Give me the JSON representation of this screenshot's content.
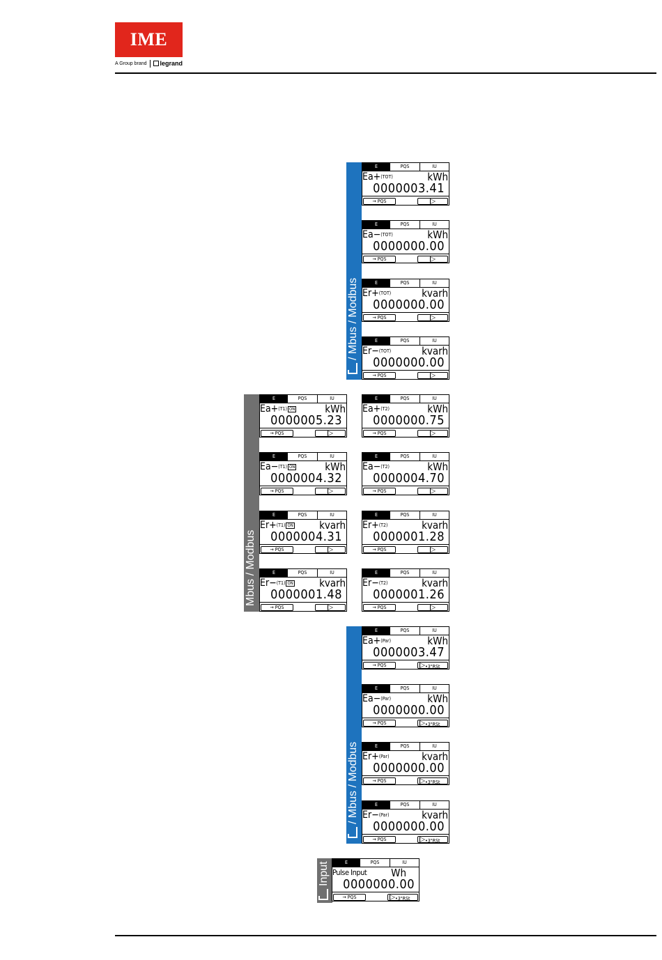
{
  "header": {
    "logo_text": "IME",
    "group_brand": "A Group brand",
    "legrand": "legrand"
  },
  "common": {
    "tab_e": "E",
    "tab_pqs": "PQS",
    "tab_iu": "IU",
    "btn_pqs": "→ PQS",
    "btn_rst": "•3\"RSt"
  },
  "bands": [
    {
      "label": "/ Mbus / Modbus",
      "pulse": true
    },
    {
      "label": "Mbus / Modbus",
      "pulse": false
    },
    {
      "label": "/ Mbus / Modbus",
      "pulse": true
    },
    {
      "label": "Input",
      "pulse": true
    }
  ],
  "screens": {
    "tot": [
      {
        "qty": "Ea+",
        "sub": "(TOT)",
        "unit": "kWh",
        "value": "0000003.41"
      },
      {
        "qty": "Ea−",
        "sub": "(TOT)",
        "unit": "kWh",
        "value": "0000000.00"
      },
      {
        "qty": "Er+",
        "sub": "(TOT)",
        "unit": "kvarh",
        "value": "0000000.00"
      },
      {
        "qty": "Er−",
        "sub": "(TOT)",
        "unit": "kvarh",
        "value": "0000000.00"
      }
    ],
    "t1": [
      {
        "qty": "Ea+",
        "sub": "(T1)",
        "on": "ON",
        "unit": "kWh",
        "value": "0000005.23"
      },
      {
        "qty": "Ea−",
        "sub": "(T1)",
        "on": "ON",
        "unit": "kWh",
        "value": "0000004.32"
      },
      {
        "qty": "Er+",
        "sub": "(T1)",
        "on": "ON",
        "unit": "kvarh",
        "value": "0000004.31"
      },
      {
        "qty": "Er−",
        "sub": "(T1)",
        "on": "ON",
        "unit": "kvarh",
        "value": "0000001.48"
      }
    ],
    "t2": [
      {
        "qty": "Ea+",
        "sub": "(T2)",
        "unit": "kWh",
        "value": "0000000.75"
      },
      {
        "qty": "Ea−",
        "sub": "(T2)",
        "unit": "kWh",
        "value": "0000004.70"
      },
      {
        "qty": "Er+",
        "sub": "(T2)",
        "unit": "kvarh",
        "value": "0000001.28"
      },
      {
        "qty": "Er−",
        "sub": "(T2)",
        "unit": "kvarh",
        "value": "0000001.26"
      }
    ],
    "par": [
      {
        "qty": "Ea+",
        "sub": "(Par)",
        "unit": "kWh",
        "value": "0000003.47"
      },
      {
        "qty": "Ea−",
        "sub": "(Par)",
        "unit": "kWh",
        "value": "0000000.00"
      },
      {
        "qty": "Er+",
        "sub": "(Par)",
        "unit": "kvarh",
        "value": "0000000.00"
      },
      {
        "qty": "Er−",
        "sub": "(Par)",
        "unit": "kvarh",
        "value": "0000000.00"
      }
    ],
    "pulse": [
      {
        "qty": "Pulse Input",
        "unit": "Wh",
        "value": "0000000.00"
      }
    ]
  },
  "colors": {
    "band_blue": "#1e73be",
    "band_grey": "#707070",
    "logo_red": "#e1261c"
  }
}
